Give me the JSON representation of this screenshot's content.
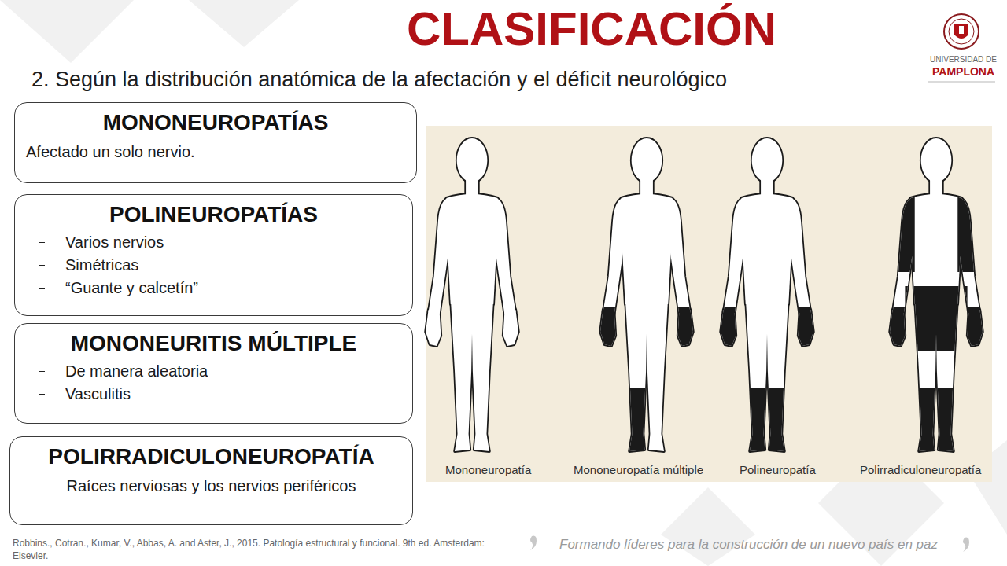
{
  "diagram": {
    "title": "CLASIFICACIÓN",
    "nodes": [
      {
        "text": [
          "MONONEUROPATÍAS",
          "Afectado un solo nervio."
        ]
      },
      {
        "text": [
          "POLINEUROPATÍAS",
          "Varios nervios",
          "Simétricas",
          "“Guante y calcetín”"
        ]
      },
      {
        "text": [
          "MONONEURITIS MÚLTIPLE",
          "De manera aleatoria",
          "Vasculitis"
        ]
      },
      {
        "text": [
          "POLIRRADICULONEUROPATÍA",
          "Raíces nerviosas y los nervios periféricos"
        ]
      }
    ],
    "labels": [
      "2. Según la distribución anatómica de la afectación y el déficit neurológico",
      "Mononeuropatía",
      "Mononeuropatía múltiple",
      "Polineuropatía",
      "Polirradiculoneuropatía",
      "UNIVERSIDAD DE",
      "PAMPLONA",
      "Robbins., Cotran., Kumar, V., Abbas, A. and Aster, J., 2015. Patología estructural y funcional. 9th ed. Amsterdam: Elsevier.",
      "Formando líderes para la construcción de un nuevo país en paz"
    ]
  }
}
